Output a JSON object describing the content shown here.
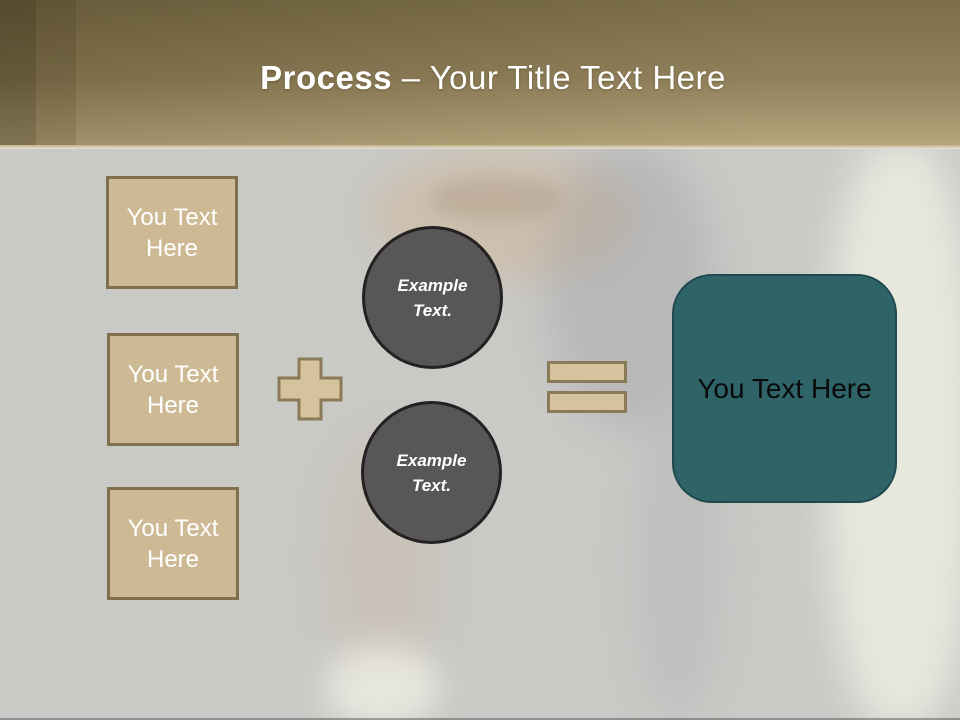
{
  "header": {
    "title_bold": "Process",
    "title_rest": " – Your Title Text Here"
  },
  "diagram": {
    "input_boxes": [
      {
        "label": "You Text Here"
      },
      {
        "label": "You Text Here"
      },
      {
        "label": "You Text Here"
      }
    ],
    "circles": [
      {
        "line1": "Example",
        "line2": "Text."
      },
      {
        "line1": "Example",
        "line2": "Text."
      }
    ],
    "operators": {
      "plus": "plus-icon",
      "equals": "equals-icon"
    },
    "result_box": {
      "label": "You Text Here"
    }
  },
  "colors": {
    "header_top": "#73653f",
    "header_bottom": "#b1a075",
    "body_bg": "#c9c9c6",
    "tan_fill": "#cdb993",
    "tan_border": "#80704d",
    "operator_fill": "#d5c39e",
    "operator_border": "#8a7a57",
    "circle_fill": "#595657",
    "circle_border": "#242122",
    "teal_fill": "#2e6468",
    "teal_border": "#1f494c",
    "title_color": "#ffffff"
  }
}
